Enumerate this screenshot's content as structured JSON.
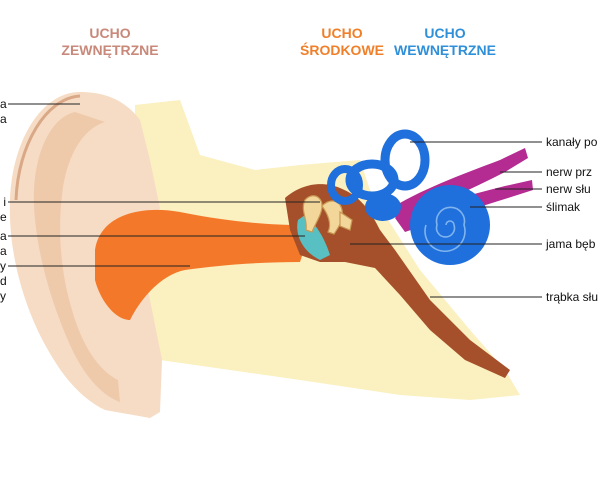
{
  "colors": {
    "outer_ear": "#c8887a",
    "middle_ear": "#f07f2a",
    "inner_ear": "#2f8fd8",
    "skin": "#f6dcc4",
    "skin_shade": "#e8bb98",
    "bone": "#fbf0bf",
    "canal": "#f4782a",
    "cavity": "#a5502a",
    "labyrinth": "#1f6fdc",
    "nerve": "#b42b92",
    "eardrum": "#58c0c2"
  },
  "sections": {
    "outer": {
      "line1": "UCHO",
      "line2": "ZEWNĘTRZNE"
    },
    "middle": {
      "line1": "UCHO",
      "line2": "ŚRODKOWE"
    },
    "inner": {
      "line1": "UCHO",
      "line2": "WEWNĘTRZNE"
    }
  },
  "labels_left": [
    "a",
    "a",
    "i",
    "e",
    "a",
    "a",
    "y",
    "d",
    "y"
  ],
  "labels_right": [
    "kanały po",
    "nerw prz",
    "nerw słu",
    "ślimak",
    "jama bęb",
    "trąbka słu"
  ]
}
